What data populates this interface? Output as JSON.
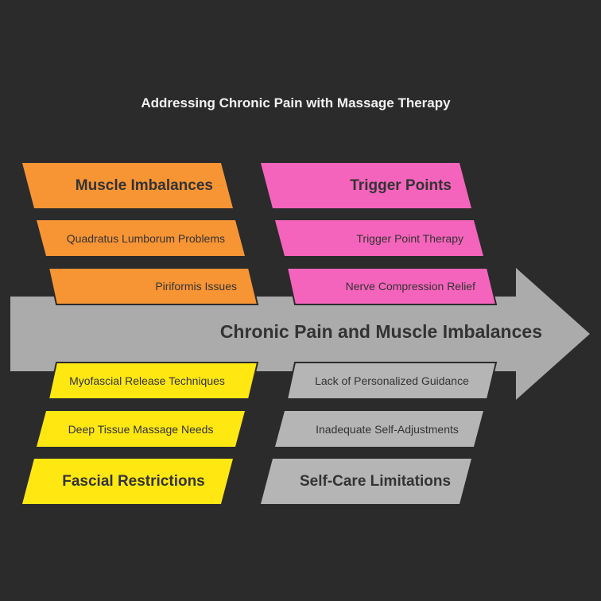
{
  "title": "Addressing Chronic Pain with Massage Therapy",
  "spine": {
    "label": "Chronic Pain and Muscle Imbalances",
    "color": "#ababab"
  },
  "colors": {
    "background": "#2b2b2b",
    "text": "#333333",
    "title_text": "#f2f2f2"
  },
  "categories": [
    {
      "name": "Muscle Imbalances",
      "color": "#f79535",
      "side": "top",
      "causes": [
        "Quadratus Lumborum Problems",
        "Piriformis Issues"
      ]
    },
    {
      "name": "Trigger Points",
      "color": "#f564bc",
      "side": "top",
      "causes": [
        "Trigger Point Therapy",
        "Nerve Compression Relief"
      ]
    },
    {
      "name": "Fascial Restrictions",
      "color": "#ffe712",
      "side": "bottom",
      "causes": [
        "Myofascial Release Techniques",
        "Deep Tissue Massage Needs"
      ]
    },
    {
      "name": "Self-Care Limitations",
      "color": "#b5b5b5",
      "side": "bottom",
      "causes": [
        "Lack of Personalized Guidance",
        "Inadequate Self-Adjustments"
      ]
    }
  ]
}
